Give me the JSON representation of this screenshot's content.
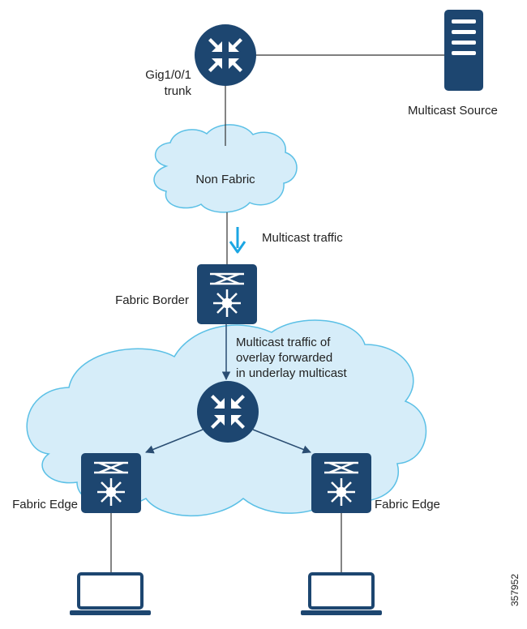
{
  "labels": {
    "interface_name": "Gig1/0/1",
    "interface_mode": "trunk",
    "source": "Multicast Source",
    "cloud_non_fabric": "Non Fabric",
    "traffic": "Multicast traffic",
    "border": "Fabric Border",
    "overlay_line1": "Multicast traffic of",
    "overlay_line2": "overlay forwarded",
    "overlay_line3": "in underlay multicast",
    "edge_left": "Fabric Edge",
    "edge_right": "Fabric Edge",
    "figure_id": "357952"
  },
  "colors": {
    "device_fill": "#1d4670",
    "cloud_fill": "#d6edf9",
    "cloud_stroke": "#5bc0e6",
    "link": "#333333",
    "arrow_blue": "#1ba6e3",
    "arrow_dark": "#2a4d72"
  },
  "icons": [
    "router-icon",
    "server-icon",
    "switch-icon",
    "laptop-icon"
  ]
}
